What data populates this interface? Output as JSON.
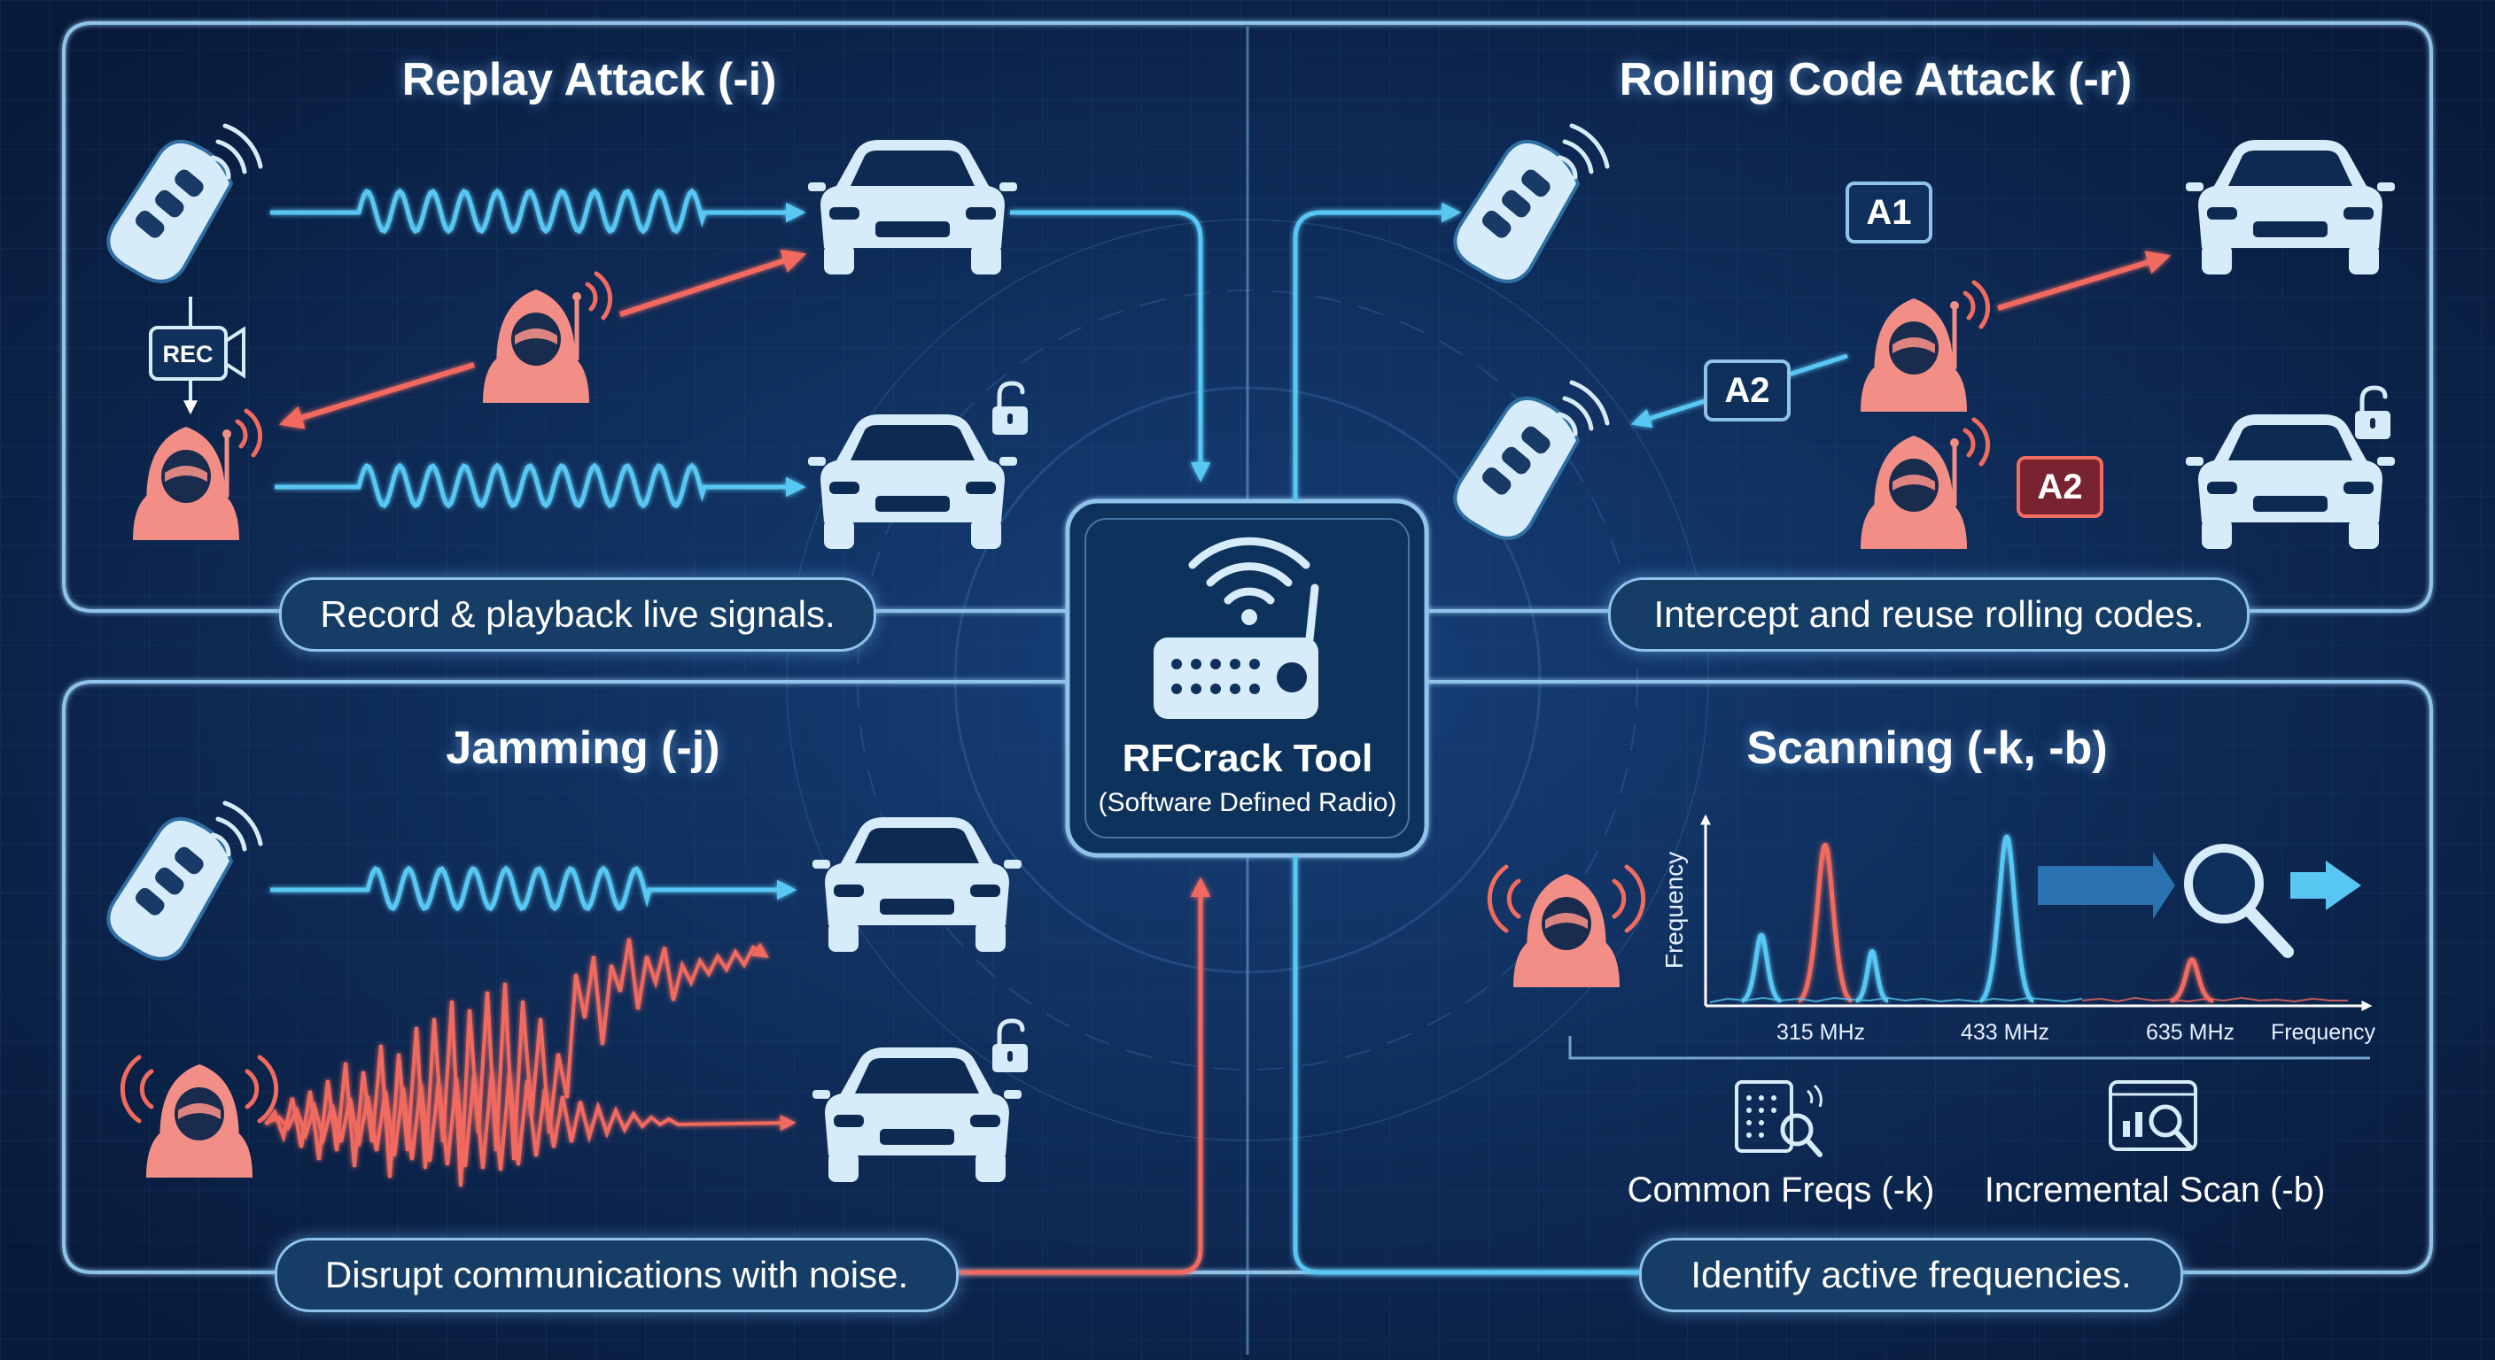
{
  "center": {
    "title": "RFCrack Tool",
    "subtitle": "(Software Defined Radio)"
  },
  "replay": {
    "title": "Replay Attack (-i)",
    "caption": "Record & playback live signals.",
    "rec_label": "REC"
  },
  "rolling": {
    "title": "Rolling Code Attack (-r)",
    "caption": "Intercept and reuse rolling codes.",
    "code_a1": "A1",
    "code_a2": "A2",
    "code_a2_reuse": "A2"
  },
  "jamming": {
    "title": "Jamming (-j)",
    "caption": "Disrupt communications with noise."
  },
  "scanning": {
    "title": "Scanning (-k, -b)",
    "caption": "Identify active frequencies.",
    "common_label": "Common Freqs (-k)",
    "incremental_label": "Incremental Scan (-b)"
  },
  "chart_data": {
    "type": "line",
    "ylabel": "Frequency",
    "xlabel": "Frequency",
    "x_ticks": [
      "315 MHz",
      "433 MHz",
      "635 MHz"
    ],
    "peaks": [
      {
        "label": "",
        "relative_height": 0.4,
        "color": "#58c7f3"
      },
      {
        "label": "315 MHz",
        "relative_height": 0.95,
        "color": "#f26b5f"
      },
      {
        "label": "",
        "relative_height": 0.3,
        "color": "#58c7f3"
      },
      {
        "label": "433 MHz",
        "relative_height": 1.0,
        "color": "#58c7f3"
      },
      {
        "label": "635 MHz",
        "relative_height": 0.25,
        "color": "#f26b5f"
      }
    ]
  },
  "colors": {
    "signal": "#58c7f3",
    "attack": "#f26b5f",
    "frame": "#8fc3ea",
    "icon": "#d7ecfb",
    "background": "#0a2148"
  },
  "icons": [
    "key-fob-icon",
    "car-icon",
    "hacker-icon",
    "lock-icon",
    "rec-camera-icon",
    "router-icon",
    "magnifier-icon",
    "freq-list-icon",
    "incremental-scan-icon"
  ]
}
